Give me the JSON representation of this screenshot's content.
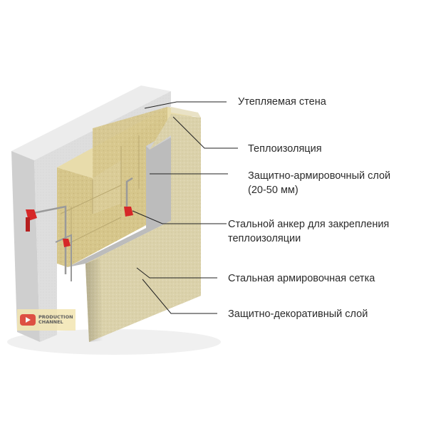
{
  "labels": [
    {
      "id": "wall",
      "lines": [
        "Утепляемая стена"
      ]
    },
    {
      "id": "insulation",
      "lines": [
        "Теплоизоляция"
      ]
    },
    {
      "id": "protective-reinforcing-layer",
      "lines": [
        "Защитно-армировочный слой",
        "(20-50 мм)"
      ]
    },
    {
      "id": "steel-anchor",
      "lines": [
        "Стальной анкер для закрепления",
        "теплоизоляции"
      ]
    },
    {
      "id": "steel-mesh",
      "lines": [
        "Стальная армировочная сетка"
      ]
    },
    {
      "id": "decorative-layer",
      "lines": [
        "Защитно-декоративный слой"
      ]
    }
  ],
  "watermark": {
    "line1": "PRODUCTION",
    "line2": "CHANNEL"
  },
  "colors": {
    "concrete": "#dcdcdc",
    "insulation": "#d8c98f",
    "render": "#b9b9b9",
    "plaster": "#dcd3ad",
    "anchor": "#d62828",
    "leader": "#222222"
  }
}
